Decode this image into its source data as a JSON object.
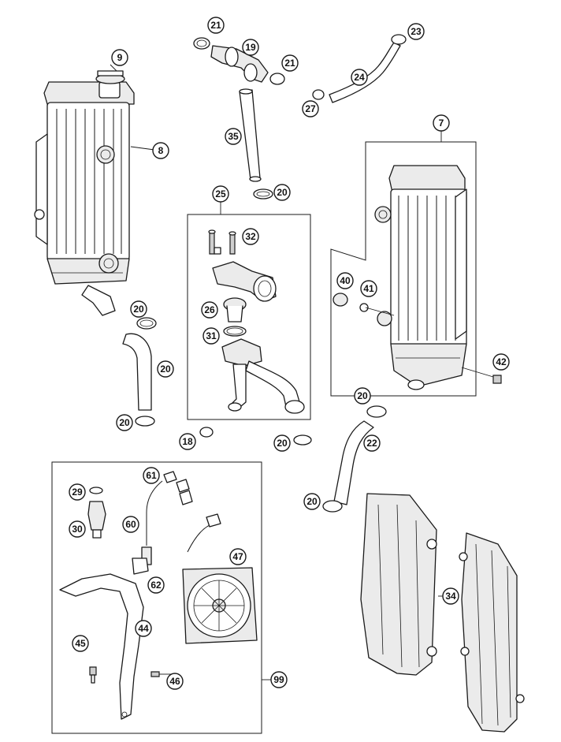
{
  "diagram": {
    "callouts": {
      "c9": "9",
      "c8": "8",
      "c21a": "21",
      "c19": "19",
      "c21b": "21",
      "c35": "35",
      "c20a": "20",
      "c23": "23",
      "c24": "24",
      "c27": "27",
      "c7": "7",
      "c25": "25",
      "c32": "32",
      "c26": "26",
      "c31": "31",
      "c40": "40",
      "c41": "41",
      "c42": "42",
      "c20b": "20",
      "c20c": "20",
      "c20d": "20",
      "c18": "18",
      "c20e": "20",
      "c20f": "20",
      "c22": "22",
      "c20g": "20",
      "c61": "61",
      "c29": "29",
      "c30": "30",
      "c60": "60",
      "c47": "47",
      "c62": "62",
      "c44": "44",
      "c45": "45",
      "c46": "46",
      "c99": "99",
      "c34": "34"
    }
  }
}
